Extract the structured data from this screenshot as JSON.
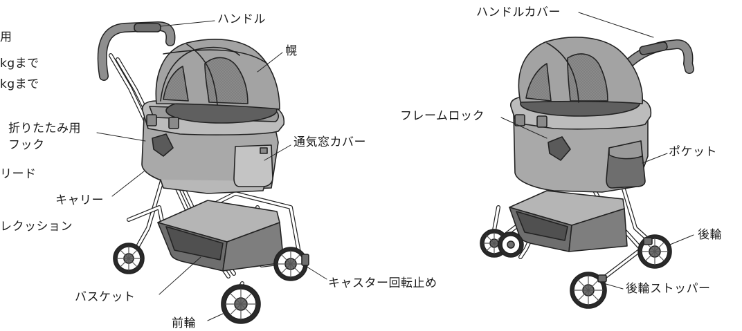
{
  "edge_text": {
    "line1": "用",
    "line2": "kgまで",
    "line3": "kgまで",
    "lead": "リード",
    "cushion": "レクッション"
  },
  "left_stroller_labels": {
    "handle": "ハンドル",
    "canopy": "幌",
    "folding_hook_1": "折りたたみ用",
    "folding_hook_2": "フック",
    "vent_cover": "通気窓カバー",
    "carrier": "キャリー",
    "basket": "バスケット",
    "caster_lock": "キャスター回転止め",
    "front_wheel": "前輪"
  },
  "right_stroller_labels": {
    "handle_cover": "ハンドルカバー",
    "frame_lock": "フレームロック",
    "pocket": "ポケット",
    "rear_wheel": "後輪",
    "rear_wheel_stopper": "後輪ストッパー"
  },
  "colors": {
    "fabric": "#a9a9a9",
    "fabric_light": "#c4c4c4",
    "fabric_dark": "#6e6e6e",
    "mesh": "#8a8a8a",
    "frame": "#ffffff",
    "outline": "#222222"
  }
}
